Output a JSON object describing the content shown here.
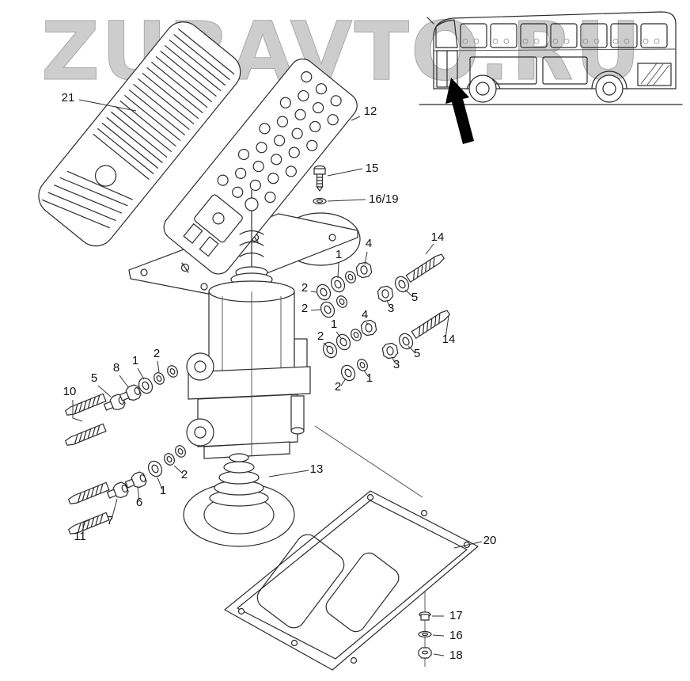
{
  "watermark": "ZUBAVTO.RU",
  "colors": {
    "ink": "#2b2b2b",
    "watermark_fill": "#cdcdcd",
    "arrow": "#000000"
  },
  "callouts": [
    {
      "label": "21"
    },
    {
      "label": "12"
    },
    {
      "label": "15"
    },
    {
      "label": "16/19"
    },
    {
      "label": "4"
    },
    {
      "label": "14"
    },
    {
      "label": "1"
    },
    {
      "label": "2"
    },
    {
      "label": "2"
    },
    {
      "label": "5"
    },
    {
      "label": "3"
    },
    {
      "label": "4"
    },
    {
      "label": "1"
    },
    {
      "label": "2"
    },
    {
      "label": "14"
    },
    {
      "label": "5"
    },
    {
      "label": "3"
    },
    {
      "label": "1"
    },
    {
      "label": "2"
    },
    {
      "label": "2"
    },
    {
      "label": "1"
    },
    {
      "label": "8"
    },
    {
      "label": "5"
    },
    {
      "label": "10"
    },
    {
      "label": "2"
    },
    {
      "label": "1"
    },
    {
      "label": "6"
    },
    {
      "label": "7"
    },
    {
      "label": "11"
    },
    {
      "label": "13"
    },
    {
      "label": "20"
    },
    {
      "label": "17"
    },
    {
      "label": "16"
    },
    {
      "label": "18"
    }
  ]
}
